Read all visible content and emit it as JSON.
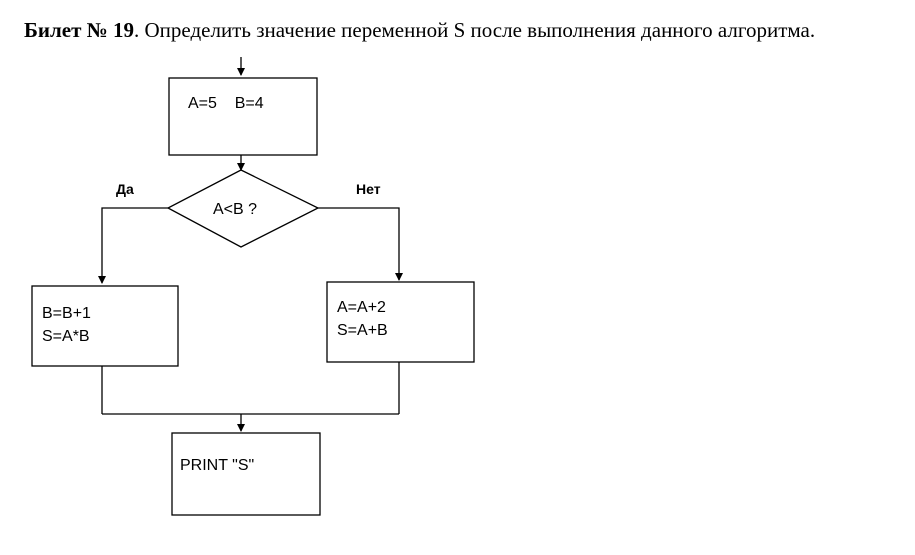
{
  "header": {
    "ticket_label": "Билет № 19",
    "instruction": ". Определить значение переменной S после выполнения данного алгоритма."
  },
  "flowchart": {
    "init_block": "A=5    B=4",
    "condition": "A<B ?",
    "yes_label": "Да",
    "no_label": "Нет",
    "yes_block": [
      "B=B+1",
      "S=A*B"
    ],
    "no_block": [
      "A=A+2",
      "S=A+B"
    ],
    "print_block": "PRINT \"S\""
  }
}
